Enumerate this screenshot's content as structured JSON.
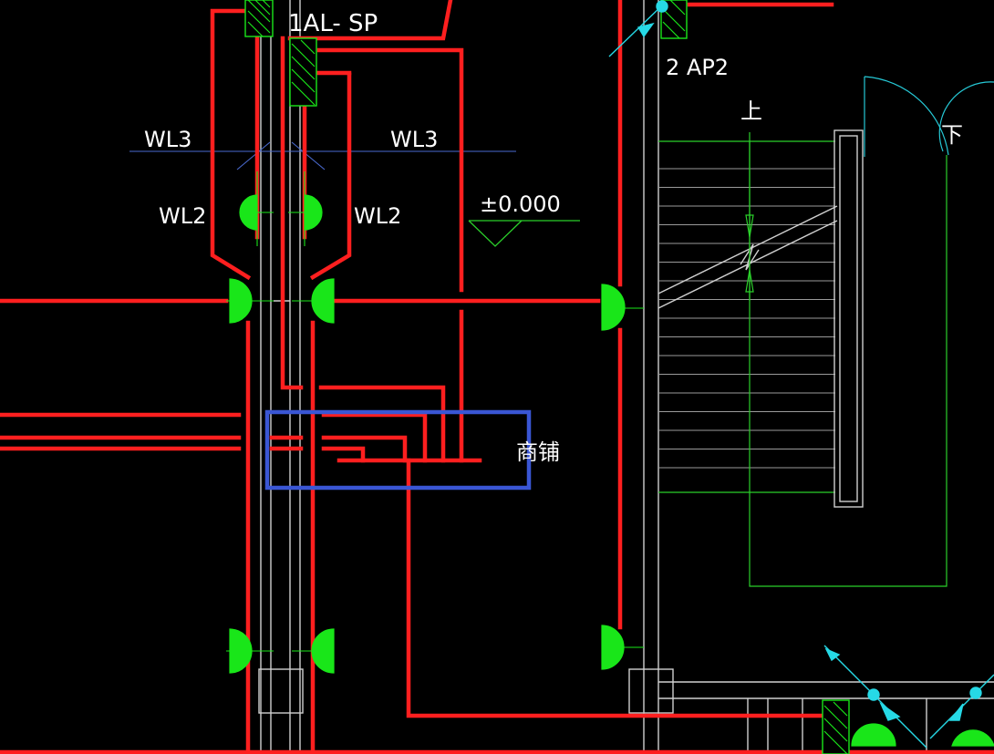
{
  "drawing": {
    "labels": {
      "panel_1al": "1AL- SP",
      "panel_2ap": "2 AP2",
      "wl3_left": "WL3",
      "wl3_right": "WL3",
      "wl2_left": "WL2",
      "wl2_right": "WL2",
      "elevation": "±0.000",
      "stair_up": "上",
      "stair_down": "下",
      "shop": "商铺"
    },
    "colors": {
      "background": "#000000",
      "wire": "#ff1f1f",
      "lamp": "#19e619",
      "wall": "#cfcfcf",
      "stair_line": "#2bcf2b",
      "annotation_line": "#4a6ad0",
      "sensor": "#26d9e6",
      "highlight_box": "#3a56d4",
      "text": "#ffffff"
    },
    "icons": {
      "panel": "distribution-panel-icon",
      "lamp": "half-circle-lamp-icon",
      "sensor": "sensor-icon",
      "elevation": "elevation-triangle-icon"
    }
  }
}
